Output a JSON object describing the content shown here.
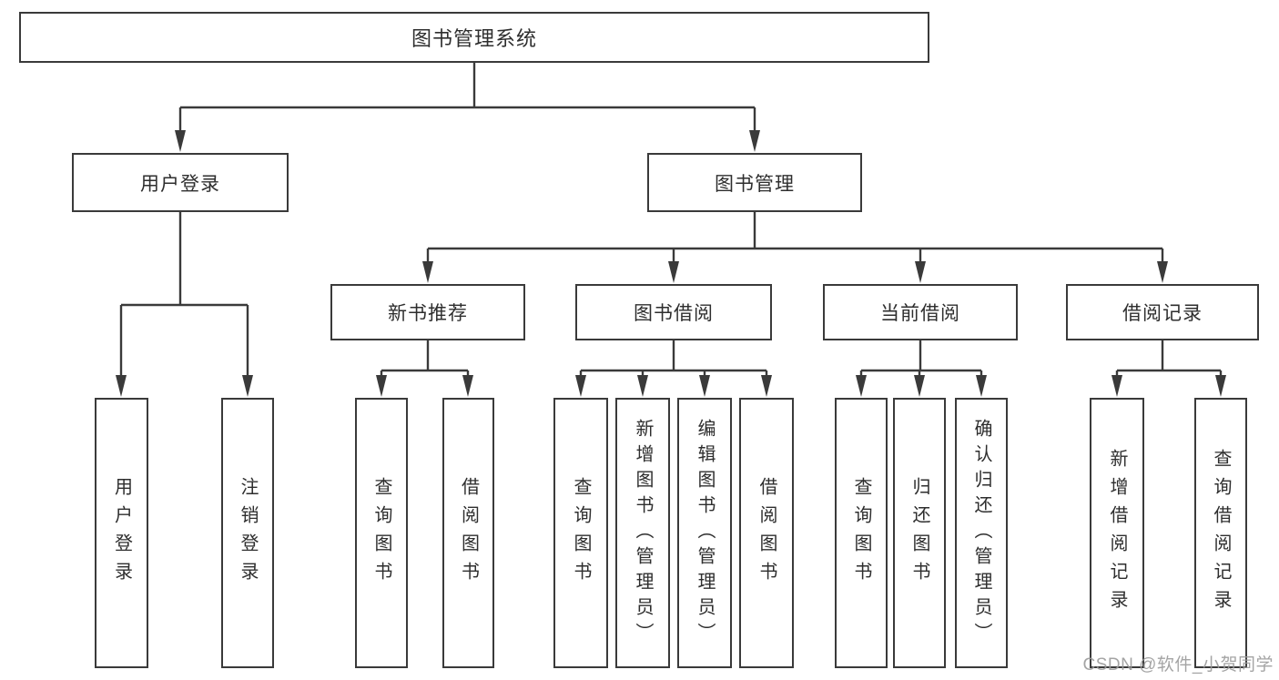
{
  "diagram": {
    "root": {
      "label": "图书管理系统"
    },
    "level2": [
      {
        "label": "用户登录"
      },
      {
        "label": "图书管理"
      }
    ],
    "level3": [
      {
        "label": "新书推荐"
      },
      {
        "label": "图书借阅"
      },
      {
        "label": "当前借阅"
      },
      {
        "label": "借阅记录"
      }
    ],
    "leaves": [
      {
        "parent": "用户登录",
        "label": "用户登录"
      },
      {
        "parent": "用户登录",
        "label": "注销登录"
      },
      {
        "parent": "新书推荐",
        "label": "查询图书"
      },
      {
        "parent": "新书推荐",
        "label": "借阅图书"
      },
      {
        "parent": "图书借阅",
        "label": "查询图书"
      },
      {
        "parent": "图书借阅",
        "label": "新增图书（管理员）"
      },
      {
        "parent": "图书借阅",
        "label": "编辑图书（管理员）"
      },
      {
        "parent": "图书借阅",
        "label": "借阅图书"
      },
      {
        "parent": "当前借阅",
        "label": "查询图书"
      },
      {
        "parent": "当前借阅",
        "label": "归还图书"
      },
      {
        "parent": "当前借阅",
        "label": "确认归还（管理员）"
      },
      {
        "parent": "借阅记录",
        "label": "新增借阅记录"
      },
      {
        "parent": "借阅记录",
        "label": "查询借阅记录"
      }
    ],
    "watermark": "CSDN @软件_小贺同学",
    "colors": {
      "line": "#3a3a3a",
      "text": "#2e2e2e",
      "watermark": "#9b9b9b",
      "background": "#ffffff"
    }
  }
}
